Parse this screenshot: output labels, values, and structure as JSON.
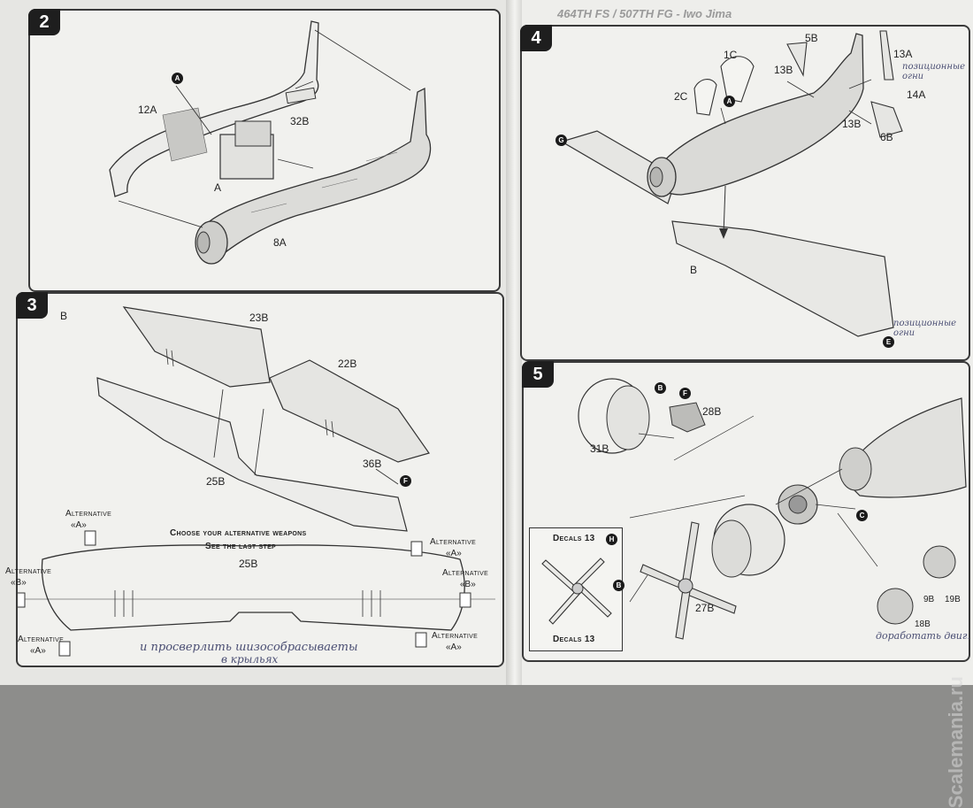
{
  "steps": {
    "s2": {
      "number": "2",
      "labels": {
        "p12": "12A",
        "p32": "32B",
        "asm": "A",
        "p8": "8A"
      },
      "markers": {
        "a": "A"
      }
    },
    "s3": {
      "number": "3",
      "labels": {
        "sub": "B",
        "p23": "23B",
        "p22": "22B",
        "p25": "25B",
        "p36": "36B",
        "p25b": "25B"
      },
      "markers": {
        "f": "F"
      },
      "choose1": "Choose your alternative weapons",
      "choose2": "See the last step",
      "alternative": "Alternative",
      "opt_a": "«A»",
      "opt_b": "«B»",
      "handnote1": "и просверлить шизособрасываеты",
      "handnote2": "в крыльях"
    },
    "s4": {
      "number": "4",
      "header": "464TH FS / 507TH FG - Iwo Jima",
      "labels": {
        "p1c": "1C",
        "p2c": "2C",
        "p5b": "5B",
        "p13a": "13A",
        "p13b1": "13B",
        "p13b2": "13B",
        "p14a": "14A",
        "p6b": "6B",
        "asm": "B"
      },
      "markers": {
        "a": "A",
        "g": "G",
        "e": "E"
      },
      "handnote1": "позиционные огни",
      "handnote2": "позиционные огни"
    },
    "s5": {
      "number": "5",
      "labels": {
        "p28": "28B",
        "p31": "31B",
        "p27": "27B",
        "p9b": "9B",
        "p19b": "19B",
        "p18b": "18B"
      },
      "markers": {
        "b1": "B",
        "f": "F",
        "c": "C",
        "h": "H",
        "b2": "B"
      },
      "decals_top": "Decals 13",
      "decals_bottom": "Decals 13",
      "handnote": "доработать двиг."
    }
  },
  "watermark": "Scalemania.ru"
}
